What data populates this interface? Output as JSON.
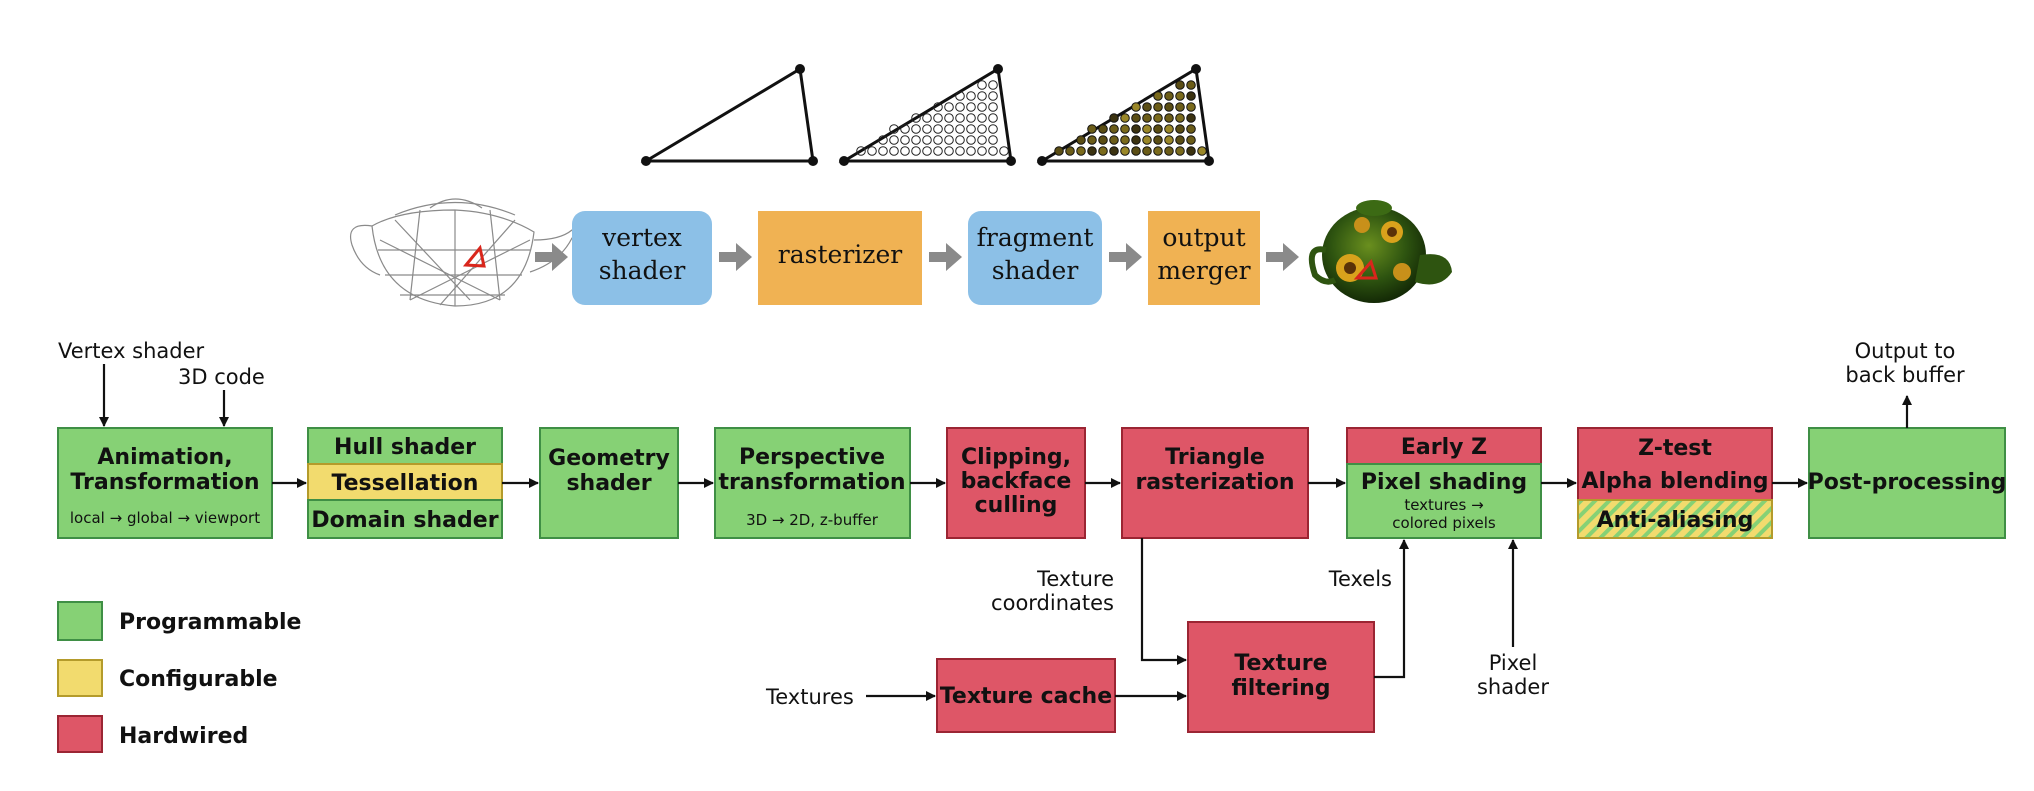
{
  "top_pipeline": {
    "stages": [
      {
        "line1": "vertex",
        "line2": "shader"
      },
      {
        "line1": "rasterizer",
        "line2": ""
      },
      {
        "line1": "fragment",
        "line2": "shader"
      },
      {
        "line1": "output",
        "line2": "merger"
      }
    ]
  },
  "inputs": {
    "vertex_shader": "Vertex shader",
    "code_3d": "3D code",
    "texture_coords_line1": "Texture",
    "texture_coords_line2": "coordinates",
    "texels": "Texels",
    "textures": "Textures",
    "pixel_shader_line1": "Pixel",
    "pixel_shader_line2": "shader",
    "output_line1": "Output to",
    "output_line2": "back buffer"
  },
  "stages": {
    "animation": {
      "line1": "Animation,",
      "line2": "Transformation",
      "sub": "local → global → viewport"
    },
    "hull": "Hull shader",
    "tessellation": "Tessellation",
    "domain": "Domain shader",
    "geometry": {
      "line1": "Geometry",
      "line2": "shader"
    },
    "perspective": {
      "line1": "Perspective",
      "line2": "transformation",
      "sub": "3D → 2D, z-buffer"
    },
    "clipping": {
      "line1": "Clipping,",
      "line2": "backface",
      "line3": "culling"
    },
    "triangle": {
      "line1": "Triangle",
      "line2": "rasterization"
    },
    "earlyz": "Early Z",
    "pixel": {
      "line1": "Pixel shading",
      "sub1": "textures →",
      "sub2": "colored pixels"
    },
    "ztest": {
      "line1": "Z-test",
      "line2": "Alpha blending"
    },
    "antialias": "Anti-aliasing",
    "post": "Post-processing",
    "texture_cache": "Texture cache",
    "texture_filtering": {
      "line1": "Texture",
      "line2": "filtering"
    }
  },
  "legend": [
    {
      "label": "Programmable",
      "color": "#86d175"
    },
    {
      "label": "Configurable",
      "color": "#f2db6e"
    },
    {
      "label": "Hardwired",
      "color": "#de5667"
    }
  ],
  "colors": {
    "programmable": "#86d175",
    "configurable": "#f2db6e",
    "hardwired": "#de5667",
    "shader_stage": "#8cc0e7",
    "fixed_stage": "#f0b253"
  }
}
